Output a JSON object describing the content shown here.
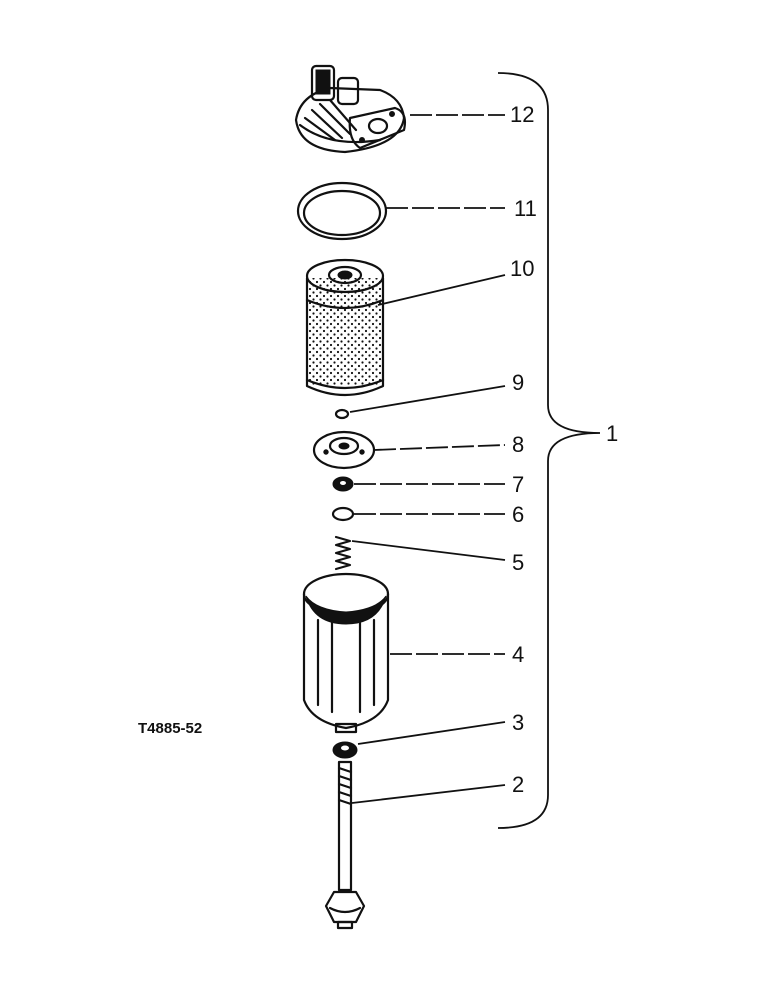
{
  "figure_ref": "T4885-52",
  "callouts": {
    "c1": "1",
    "c2": "2",
    "c3": "3",
    "c4": "4",
    "c5": "5",
    "c6": "6",
    "c7": "7",
    "c8": "8",
    "c9": "9",
    "c10": "10",
    "c11": "11",
    "c12": "12"
  },
  "colors": {
    "ink": "#111111",
    "paper": "#ffffff"
  }
}
